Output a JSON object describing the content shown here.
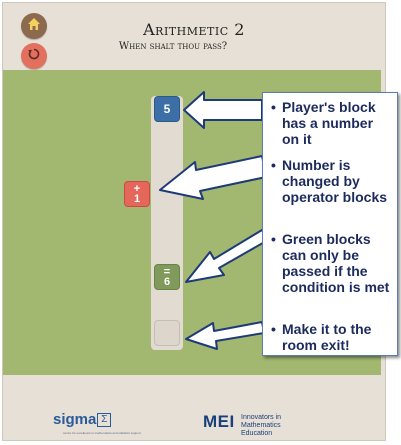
{
  "game": {
    "title": "Arithmetic 2",
    "subtitle": "When shalt thou pass?"
  },
  "buttons": {
    "home_icon": "home-icon",
    "restart_icon": "restart-icon"
  },
  "board": {
    "player_value": "5",
    "operator_symbol": "+",
    "operator_value": "1",
    "condition_symbol": "=",
    "condition_value": "6"
  },
  "notes": [
    "Player's block has a number on it",
    "Number is changed by operator blocks",
    "Green blocks can only be passed if the condition is met",
    "Make it to the room exit!"
  ],
  "footer": {
    "sigma_logo": "sigma",
    "sigma_tagline": "centre for excellence in mathematics and statistics support",
    "mei_logo": "MEI",
    "mei_tagline": "Innovators in Mathematics Education"
  },
  "colors": {
    "background": "#e7e0d6",
    "field": "#a2b770",
    "player": "#3c6fa6",
    "operator": "#e5665b",
    "condition": "#7f9a5a",
    "callout_text": "#1c2b5c"
  }
}
